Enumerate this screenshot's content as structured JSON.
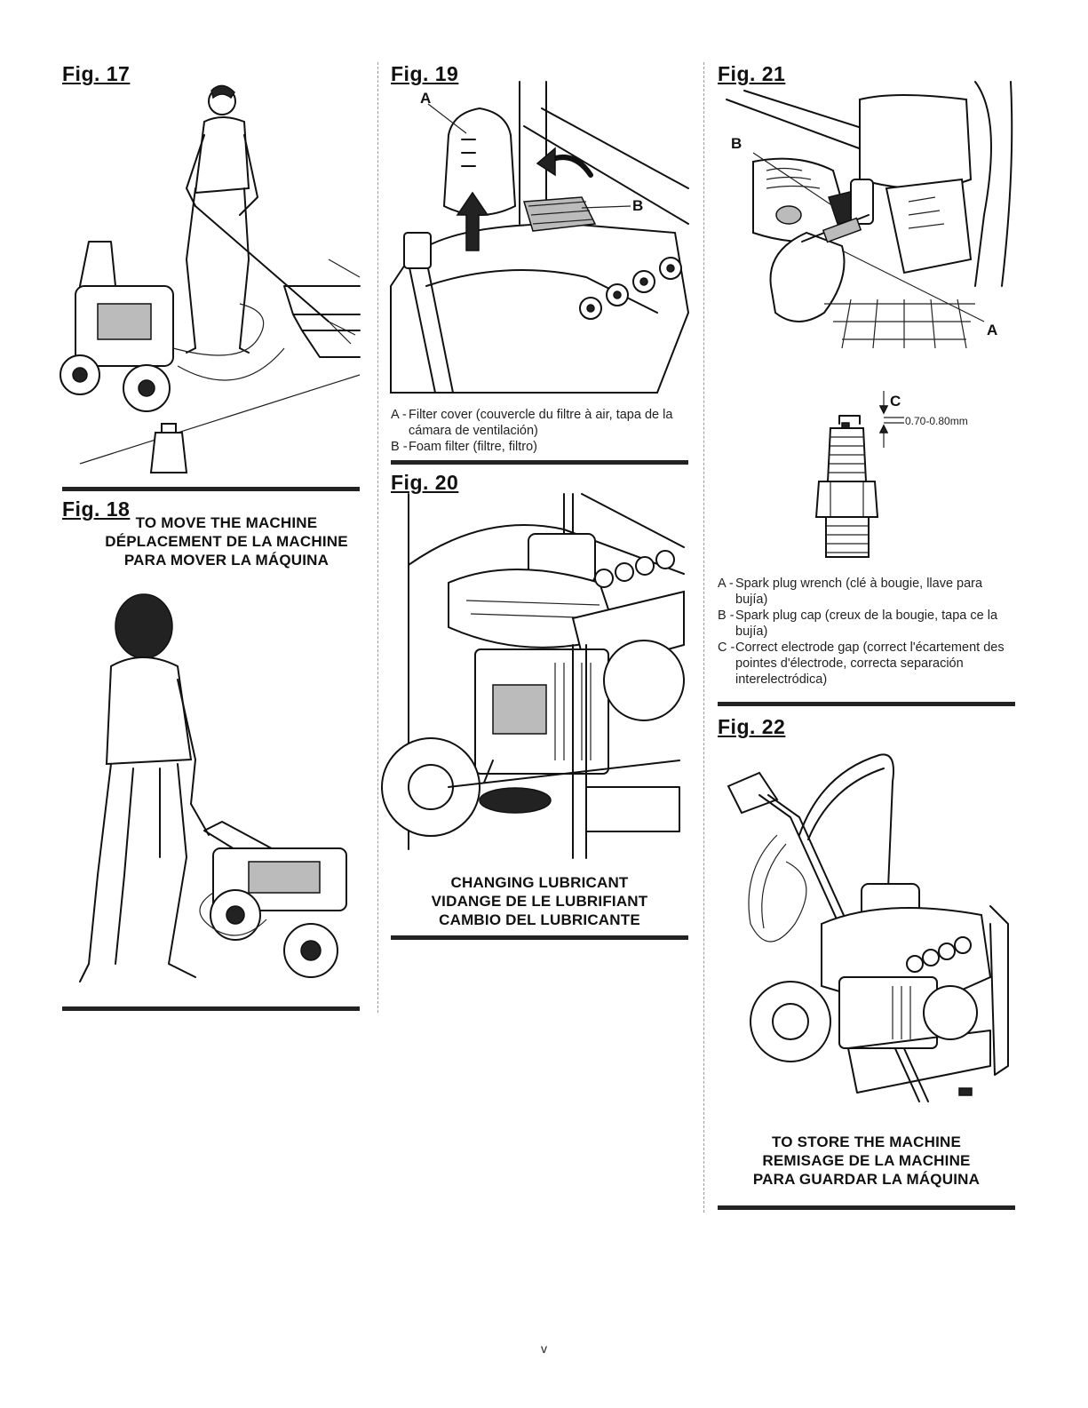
{
  "figures": {
    "fig17": {
      "title": "Fig. 17"
    },
    "fig18": {
      "title": "Fig. 18",
      "caption": [
        "TO MOVE THE MACHINE",
        "DÉPLACEMENT DE LA MACHINE",
        "PARA MOVER LA MÁQUINA"
      ]
    },
    "fig19": {
      "title": "Fig. 19",
      "labels": {
        "a": "A",
        "b": "B"
      },
      "legend": [
        {
          "key": "A -",
          "text": "Filter cover (couvercle du filtre à air, tapa de la cámara de ventilación)"
        },
        {
          "key": "B -",
          "text": "Foam filter (filtre, filtro)"
        }
      ]
    },
    "fig20": {
      "title": "Fig. 20",
      "caption": [
        "CHANGING LUBRICANT",
        "VIDANGE DE LE LUBRIFIANT",
        "CAMBIO DEL LUBRICANTE"
      ]
    },
    "fig21": {
      "title": "Fig. 21",
      "labels": {
        "a": "A",
        "b": "B",
        "c": "C"
      },
      "gap_value": "0.70-0.80mm",
      "legend": [
        {
          "key": "A -",
          "text": "Spark plug wrench (clé à bougie, llave para bujía)"
        },
        {
          "key": "B -",
          "text": "Spark plug cap (creux de la bougie, tapa ce la bujía)"
        },
        {
          "key": "C -",
          "text": "Correct electrode gap (correct l'écartement des pointes d'électrode, correcta separación interelectródica)"
        }
      ]
    },
    "fig22": {
      "title": "Fig. 22",
      "caption": [
        "TO STORE THE MACHINE",
        "REMISAGE DE LA MACHINE",
        "PARA GUARDAR LA MÁQUINA"
      ]
    }
  },
  "page_number": "v"
}
